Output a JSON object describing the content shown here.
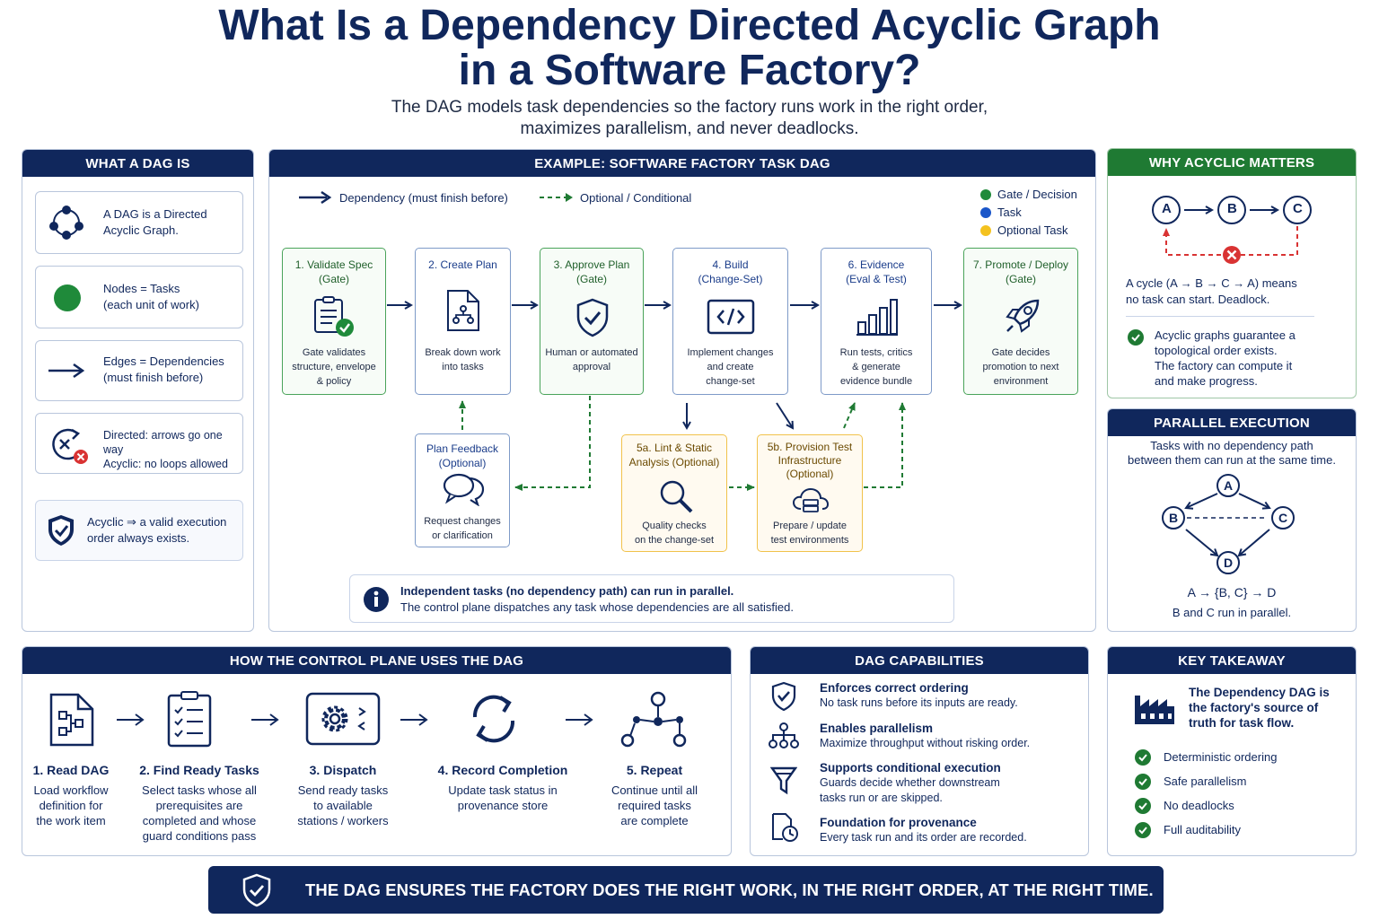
{
  "title": {
    "line1": "What Is a Dependency Directed Acyclic Graph",
    "line2": "in a Software Factory?"
  },
  "subtitle": {
    "line1": "The DAG models task dependencies so the factory runs work in the right order,",
    "line2": "maximizes parallelism, and never deadlocks."
  },
  "what_dag": {
    "header": "WHAT A DAG IS",
    "items": [
      {
        "l1": "A DAG is a Directed",
        "l2": "Acyclic Graph."
      },
      {
        "l1": "Nodes = Tasks",
        "l2": "(each unit of work)"
      },
      {
        "l1": "Edges = Dependencies",
        "l2": "(must finish before)"
      },
      {
        "l1": "Directed: arrows go one way",
        "l2": "Acyclic: no loops allowed"
      },
      {
        "l1": "Acyclic ⇒ a valid execution",
        "l2": "order always exists."
      }
    ]
  },
  "example": {
    "header": "EXAMPLE: SOFTWARE FACTORY TASK DAG",
    "legend": {
      "dependency": "Dependency (must finish before)",
      "optional": "Optional / Conditional",
      "gate": "Gate / Decision",
      "task": "Task",
      "optional_task": "Optional Task"
    },
    "colors": {
      "gate": "#1f8a3a",
      "task": "#1a56c9",
      "optional": "#f4c21f"
    },
    "nodes": {
      "n1": {
        "l1": "1. Validate Spec",
        "l2": "(Gate)",
        "d1": "Gate validates",
        "d2": "structure, envelope",
        "d3": "& policy"
      },
      "n2": {
        "l1": "2. Create Plan",
        "l2": "",
        "d1": "Break down work",
        "d2": "into tasks",
        "d3": ""
      },
      "n3": {
        "l1": "3. Approve Plan",
        "l2": "(Gate)",
        "d1": "Human or automated",
        "d2": "approval",
        "d3": ""
      },
      "n4": {
        "l1": "4. Build",
        "l2": "(Change-Set)",
        "d1": "Implement changes",
        "d2": "and create",
        "d3": "change-set"
      },
      "n6": {
        "l1": "6. Evidence",
        "l2": "(Eval & Test)",
        "d1": "Run tests, critics",
        "d2": "& generate",
        "d3": "evidence bundle"
      },
      "n7": {
        "l1": "7. Promote / Deploy",
        "l2": "(Gate)",
        "d1": "Gate decides",
        "d2": "promotion to next",
        "d3": "environment"
      },
      "pf": {
        "l1": "Plan Feedback",
        "l2": "(Optional)",
        "d1": "Request changes",
        "d2": "or clarification"
      },
      "n5a": {
        "l1": "5a. Lint & Static",
        "l2": "Analysis (Optional)",
        "d1": "Quality checks",
        "d2": "on the change-set"
      },
      "n5b": {
        "l1": "5b. Provision Test",
        "l2": "Infrastructure",
        "l3": "(Optional)",
        "d1": "Prepare / update",
        "d2": "test environments"
      }
    },
    "info": {
      "l1": "Independent tasks (no dependency path) can run in parallel.",
      "l2": "The control plane dispatches any task whose dependencies are all satisfied."
    }
  },
  "why_acyclic": {
    "header": "WHY ACYCLIC MATTERS",
    "nodes": [
      "A",
      "B",
      "C"
    ],
    "cycle_l1": "A cycle (A → B → C → A) means",
    "cycle_l2": "no task can start. Deadlock.",
    "good_l1": "Acyclic graphs guarantee a",
    "good_l2": "topological order exists.",
    "good_l3": "The factory can compute it",
    "good_l4": "and make progress."
  },
  "parallel": {
    "header": "PARALLEL EXECUTION",
    "desc_l1": "Tasks with no dependency path",
    "desc_l2": "between them can run at the same time.",
    "nodes": [
      "A",
      "B",
      "C",
      "D"
    ],
    "formula": "A → {B, C} → D",
    "note": "B and C run in parallel."
  },
  "control_plane": {
    "header": "HOW THE CONTROL PLANE USES THE DAG",
    "steps": [
      {
        "title": "1. Read DAG",
        "d": [
          "Load workflow",
          "definition for",
          "the work item"
        ]
      },
      {
        "title": "2. Find Ready Tasks",
        "d": [
          "Select tasks whose all",
          "prerequisites are",
          "completed and whose",
          "guard conditions pass"
        ]
      },
      {
        "title": "3. Dispatch",
        "d": [
          "Send ready tasks",
          "to available",
          "stations / workers"
        ]
      },
      {
        "title": "4. Record Completion",
        "d": [
          "Update task status in",
          "provenance store"
        ]
      },
      {
        "title": "5. Repeat",
        "d": [
          "Continue until all",
          "required tasks",
          "are complete"
        ]
      }
    ]
  },
  "capabilities": {
    "header": "DAG CAPABILITIES",
    "items": [
      {
        "title": "Enforces correct ordering",
        "d1": "No task runs before its inputs are ready.",
        "d2": ""
      },
      {
        "title": "Enables parallelism",
        "d1": "Maximize throughput without risking order.",
        "d2": ""
      },
      {
        "title": "Supports conditional execution",
        "d1": "Guards decide whether downstream",
        "d2": "tasks run or are skipped."
      },
      {
        "title": "Foundation for provenance",
        "d1": "Every task run and its order are recorded.",
        "d2": ""
      }
    ]
  },
  "takeaway": {
    "header": "KEY TAKEAWAY",
    "l1": "The Dependency DAG is",
    "l2": "the factory's source of",
    "l3": "truth for task flow.",
    "items": [
      "Deterministic ordering",
      "Safe parallelism",
      "No deadlocks",
      "Full auditability"
    ]
  },
  "banner": "THE DAG ENSURES THE FACTORY DOES THE RIGHT WORK, IN THE RIGHT ORDER, AT THE RIGHT TIME."
}
